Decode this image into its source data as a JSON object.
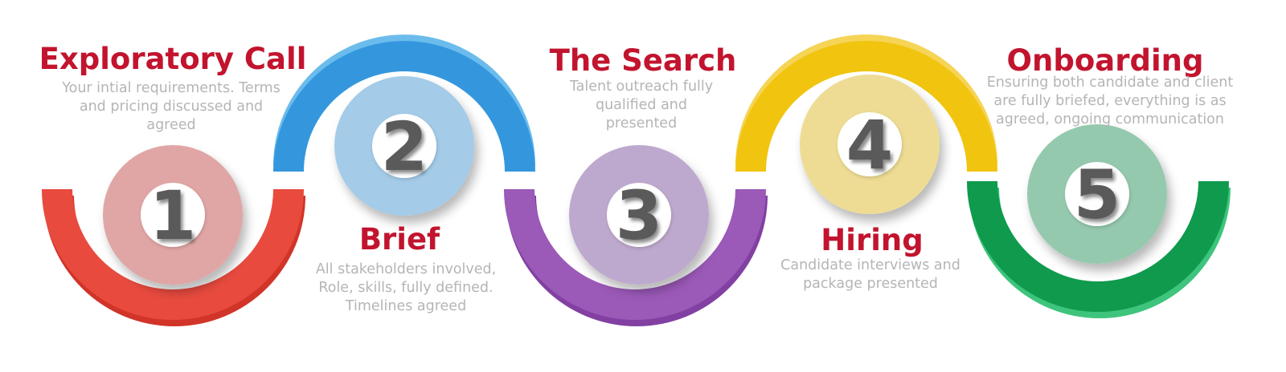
{
  "steps": [
    {
      "number": "1",
      "title": "Exploratory Call",
      "description": [
        "Your intial requirements. Terms",
        "and pricing discussed and",
        "agreed"
      ],
      "arc_color": "#e84a3e",
      "arc_edge_color": "#d13428",
      "circle_color": "#e0a6a5"
    },
    {
      "number": "2",
      "title": "Brief",
      "description": [
        "All stakeholders involved,",
        "Role, skills, fully defined.",
        "Timelines agreed"
      ],
      "arc_color": "#3497de",
      "arc_edge_color": "#6bbcec",
      "circle_color": "#a4cbe8"
    },
    {
      "number": "3",
      "title": "The Search",
      "description": [
        "Talent outreach fully",
        "qualified and",
        "presented"
      ],
      "arc_color": "#9b59b8",
      "arc_edge_color": "#8240a3",
      "circle_color": "#bea9ce"
    },
    {
      "number": "4",
      "title": "Hiring",
      "description": [
        "Candidate interviews and",
        "package presented"
      ],
      "arc_color": "#f1c40f",
      "arc_edge_color": "#f5d456",
      "circle_color": "#eedc94"
    },
    {
      "number": "5",
      "title": "Onboarding",
      "description": [
        "Ensuring both candidate and client",
        "are fully briefed, everything is as",
        "agreed, ongoing communication"
      ],
      "arc_color": "#0f9a4d",
      "arc_edge_color": "#3ec47c",
      "circle_color": "#95c9ae"
    }
  ],
  "colors": {
    "title": "#c2142e",
    "description": "#b5b5b5",
    "number": "#5a5a5a",
    "number_disc": "#ffffff"
  }
}
